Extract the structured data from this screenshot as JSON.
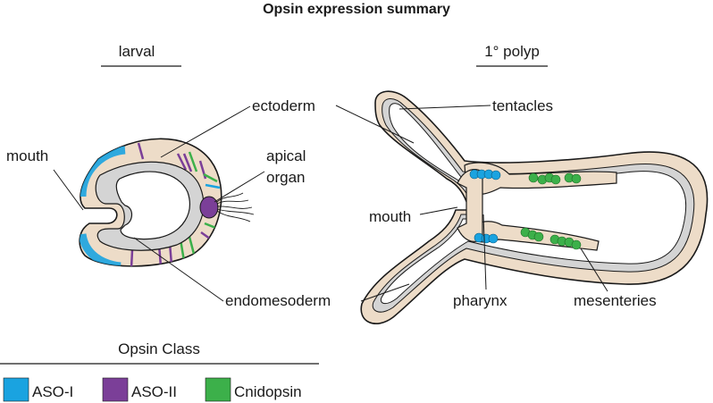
{
  "title": "Opsin expression summary",
  "panels": {
    "larval": {
      "heading": "larval",
      "labels": {
        "ectoderm": "ectoderm",
        "mouth": "mouth",
        "apical_organ_line1": "apical",
        "apical_organ_line2": "organ",
        "endomesoderm": "endomesoderm"
      }
    },
    "polyp": {
      "heading": "1° polyp",
      "labels": {
        "tentacles": "tentacles",
        "mouth": "mouth",
        "pharynx": "pharynx",
        "mesenteries": "mesenteries"
      }
    }
  },
  "legend": {
    "title": "Opsin Class",
    "items": [
      {
        "label": "ASO-I",
        "color": "#1aa3e0",
        "icon": "blue-swatch"
      },
      {
        "label": "ASO-II",
        "color": "#7b3f98",
        "icon": "purple-swatch"
      },
      {
        "label": "Cnidopsin",
        "color": "#3cb04a",
        "icon": "green-swatch"
      }
    ]
  },
  "colors": {
    "ectoderm_fill": "#eddcc8",
    "endoderm_fill": "#d4d4d4",
    "outline": "#1a1a1a",
    "aso_i": "#1aa3e0",
    "aso_ii": "#7b3f98",
    "cnidopsin": "#3cb04a"
  }
}
